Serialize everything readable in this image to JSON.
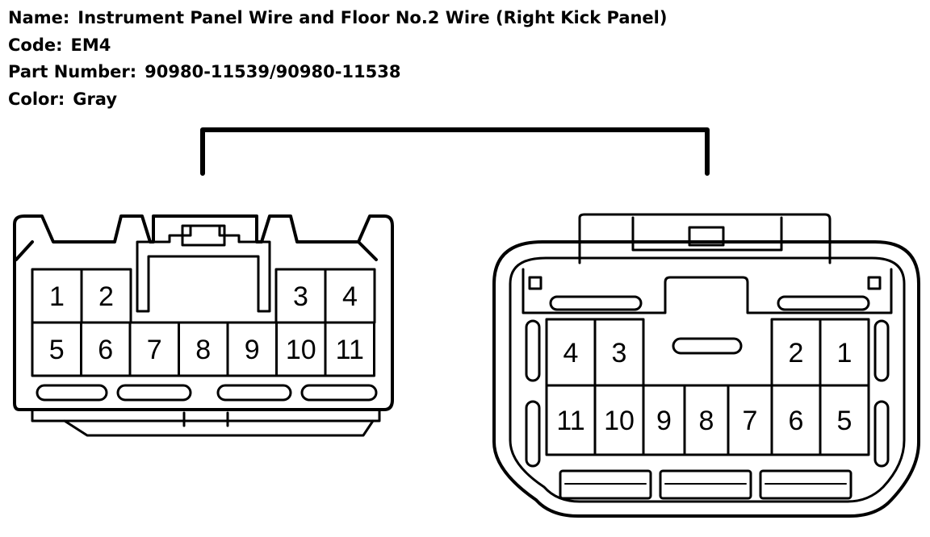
{
  "info": {
    "name_label": "Name:",
    "name_value": "Instrument Panel Wire and Floor No.2 Wire (Right Kick Panel)",
    "code_label": "Code:",
    "code_value": "EM4",
    "part_label": "Part Number:",
    "part_value": "90980-11539/90980-11538",
    "color_label": "Color:",
    "color_value": "Gray"
  },
  "left_connector": {
    "top_pins": [
      "1",
      "2",
      "3",
      "4"
    ],
    "bottom_pins": [
      "5",
      "6",
      "7",
      "8",
      "9",
      "10",
      "11"
    ]
  },
  "right_connector": {
    "top_pins": [
      "4",
      "3",
      "2",
      "1"
    ],
    "bottom_pins": [
      "11",
      "10",
      "9",
      "8",
      "7",
      "6",
      "5"
    ]
  },
  "colors": {
    "line": "#000000",
    "background": "#ffffff"
  }
}
